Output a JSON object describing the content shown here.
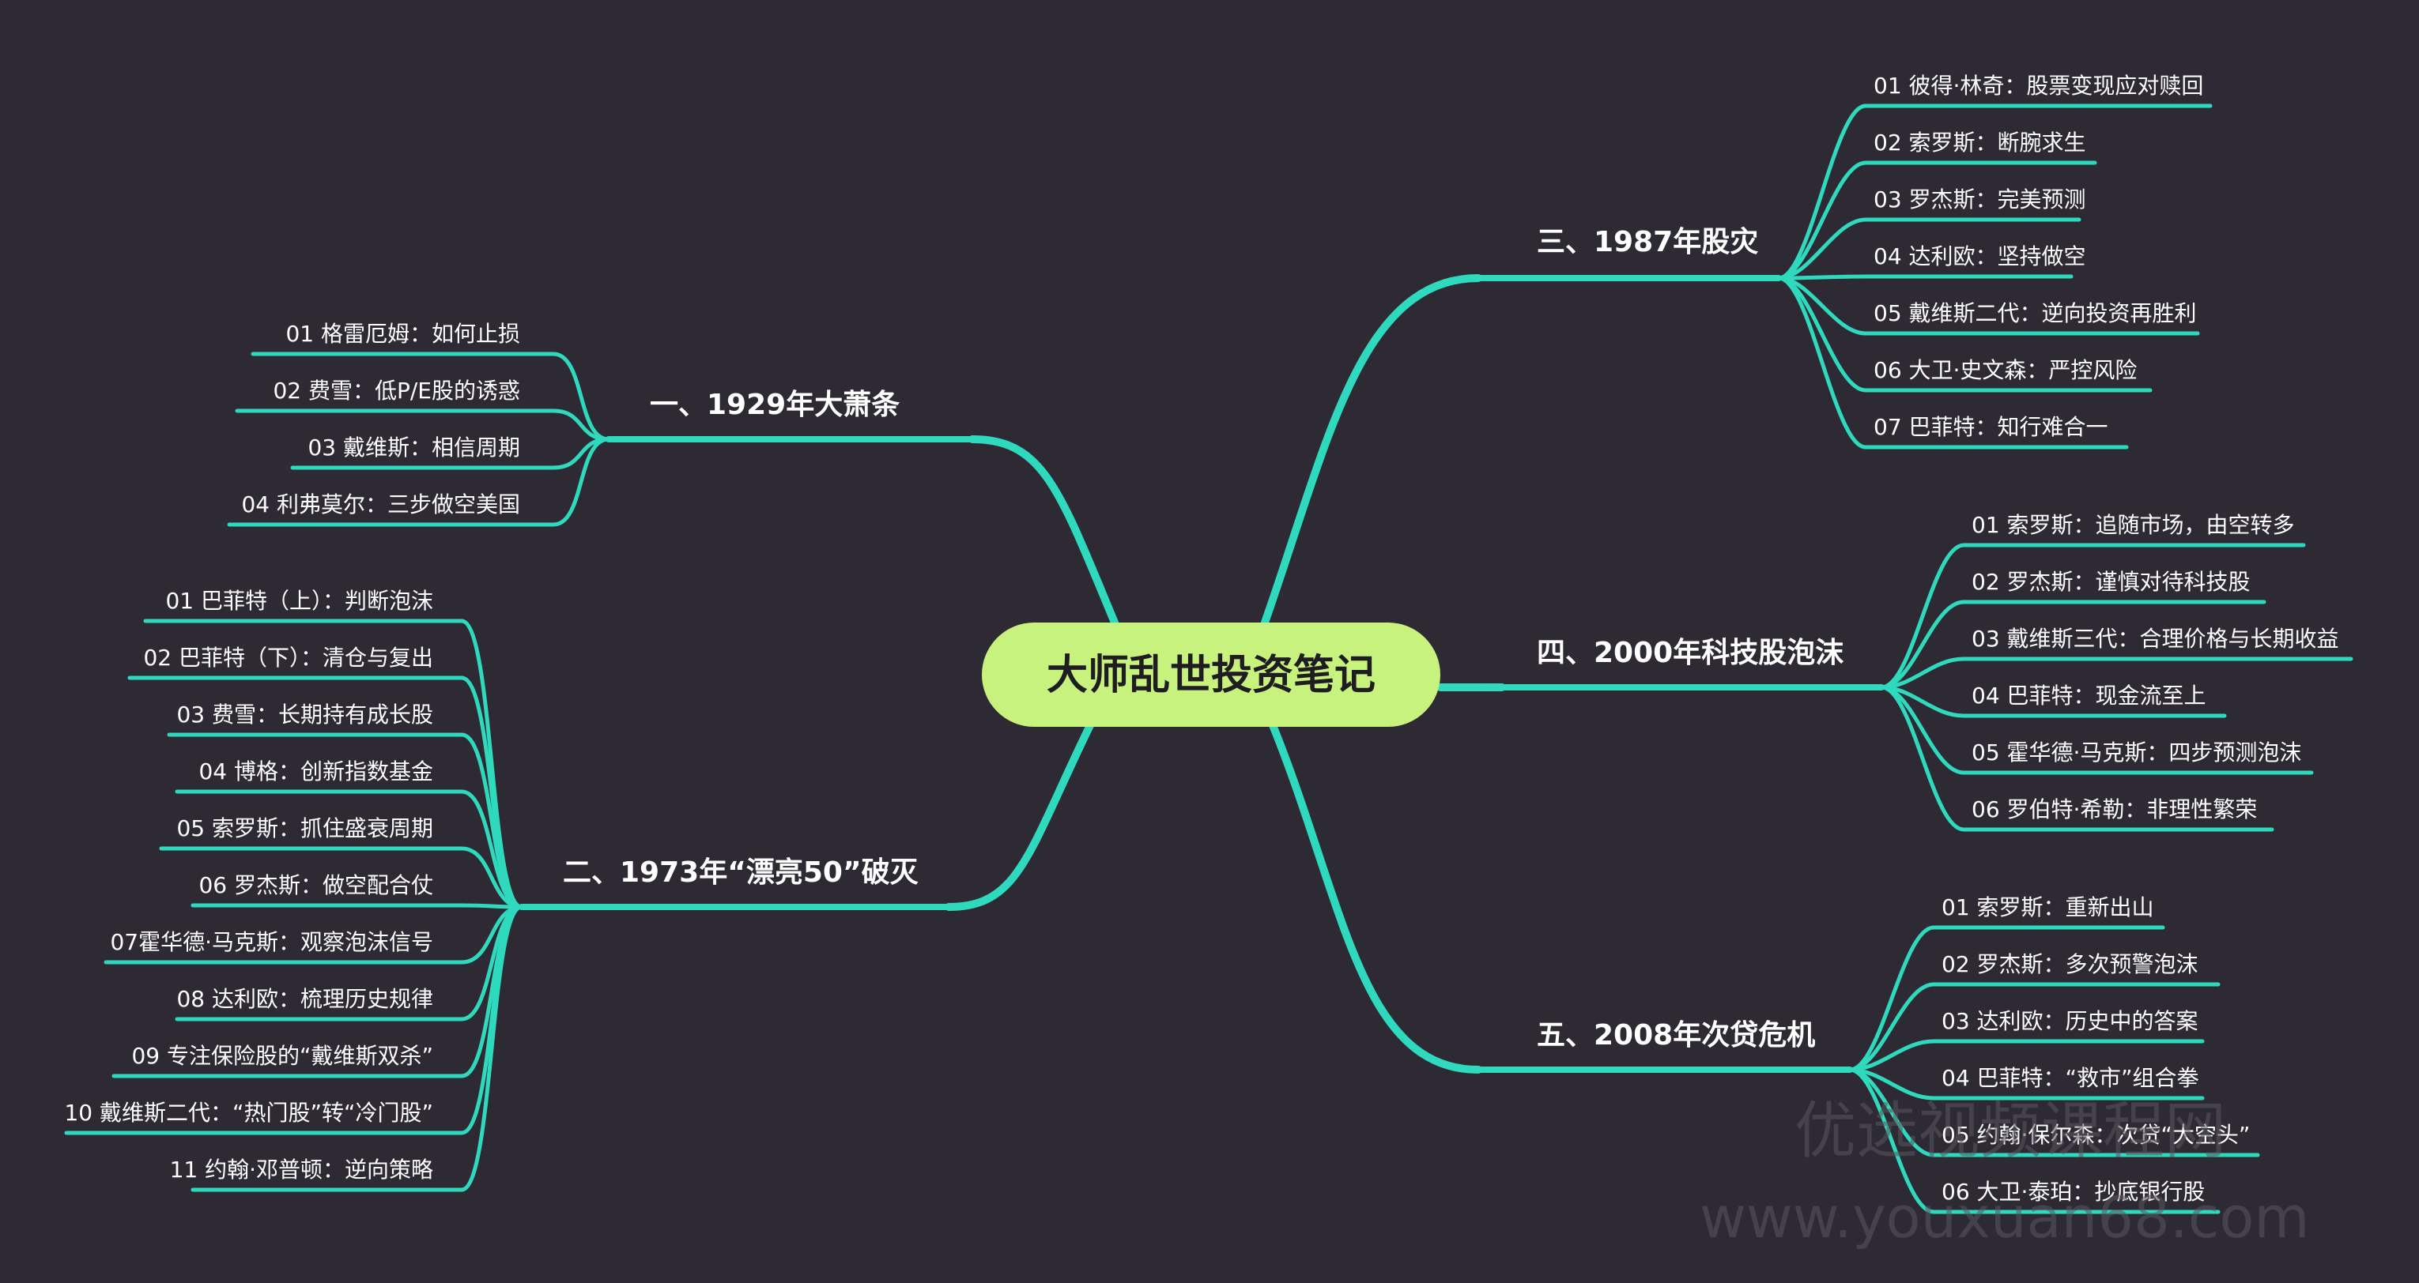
{
  "colors": {
    "background": "#2d2a33",
    "line": "#2ed9be",
    "root_fill": "#c8f27e",
    "root_text": "#1f1d22",
    "text": "#ffffff",
    "watermark": "#5a5660"
  },
  "root": {
    "title": "大师乱世投资笔记"
  },
  "branches": [
    {
      "id": "b1",
      "title": "一、1929年大萧条",
      "leaves": [
        "01 格雷厄姆：如何止损",
        "02 费雪：低P/E股的诱惑",
        "03 戴维斯：相信周期",
        "04 利弗莫尔：三步做空美国"
      ]
    },
    {
      "id": "b2",
      "title": "二、1973年“漂亮50”破灭",
      "leaves": [
        "01 巴菲特（上）：判断泡沫",
        "02 巴菲特（下）：清仓与复出",
        "03 费雪：长期持有成长股",
        "04 博格：创新指数基金",
        "05 索罗斯：抓住盛衰周期",
        "06 罗杰斯：做空配合仗",
        "07霍华德·马克斯：观察泡沫信号",
        "08 达利欧：梳理历史规律",
        "09  专注保险股的“戴维斯双杀”",
        "10 戴维斯二代：“热门股”转“冷门股”",
        "11 约翰·邓普顿：逆向策略"
      ]
    },
    {
      "id": "b3",
      "title": "三、1987年股灾",
      "leaves": [
        "01 彼得·林奇：股票变现应对赎回",
        "02 索罗斯：断腕求生",
        "03 罗杰斯：完美预测",
        "04 达利欧：坚持做空",
        "05 戴维斯二代：逆向投资再胜利",
        "06 大卫·史文森：严控风险",
        "07 巴菲特：知行难合一"
      ]
    },
    {
      "id": "b4",
      "title": "四、2000年科技股泡沫",
      "leaves": [
        "01 索罗斯：追随市场，由空转多",
        "02 罗杰斯：谨慎对待科技股",
        "03 戴维斯三代：合理价格与长期收益",
        "04 巴菲特：现金流至上",
        "05 霍华德·马克斯：四步预测泡沫",
        "06 罗伯特·希勒：非理性繁荣"
      ]
    },
    {
      "id": "b5",
      "title": "五、2008年次贷危机",
      "leaves": [
        "01 索罗斯：重新出山",
        "02 罗杰斯：多次预警泡沫",
        "03 达利欧：历史中的答案",
        "04 巴菲特：“救市”组合拳",
        "05 约翰·保尔森：次贷“大空头”",
        "06 大卫·泰珀：抄底银行股"
      ]
    }
  ],
  "watermark": {
    "line1": "优选视频课程网",
    "line2": "www.youxuan68.com"
  }
}
